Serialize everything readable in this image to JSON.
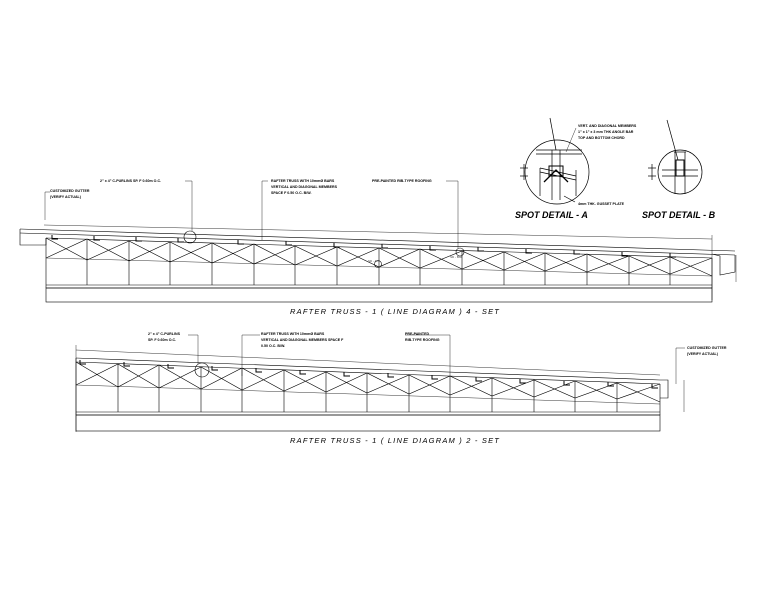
{
  "truss1": {
    "title": "RAFTER TRUSS - 1 ( LINE DIAGRAM ) 4 -  SET",
    "notes": {
      "gutter_line1": "CUSTOMIZED GUTTER",
      "gutter_line2": "(VERIFY ACTUAL)",
      "purlins": "2\" x 4\" C-PURLINS SP. F 0.60m O.C.",
      "truss_line1": "RAFTER TRUSS WITH 10mmØ BARS",
      "truss_line2": "VERTICAL AND DIAGONAL MEMBERS",
      "truss_line3": "SPACE F 0.50 O.C. B/W.",
      "roofing": "PRE-PAINTED RIB-TYPE ROOFING"
    }
  },
  "truss2": {
    "title": "RAFTER TRUSS - 1 ( LINE DIAGRAM ) 2 -  SET",
    "notes": {
      "purlins_line1": "2\" x 4\" C-PURLINS",
      "purlins_line2": "SP. F 0.60m O.C.",
      "truss_line1": "RAFTER TRUSS WITH 10mmØ BARS",
      "truss_line2": "VERTICAL AND DIAGONAL MEMBERS SPACE F",
      "truss_line3": "0.50 O.C. B/W.",
      "roofing_line1": "PRE-PAINTED",
      "roofing_line2": "RIB-TYPE ROOFING",
      "gutter_line1": "CUSTOMIZED GUTTER",
      "gutter_line2": "(VERIFY ACTUAL)"
    }
  },
  "details": {
    "members_line1": "VERT. AND DIAGONAL MEMBERS",
    "members_line2": "1\" x 1\" x 3 mm THK ANGLE BAR",
    "members_line3": "TOP AND BOTTOM CHORD",
    "gusset": "4mm THK. GUSSET PLATE",
    "spot_a": "SPOT DETAIL - A",
    "spot_b": "SPOT DETAIL - B"
  }
}
